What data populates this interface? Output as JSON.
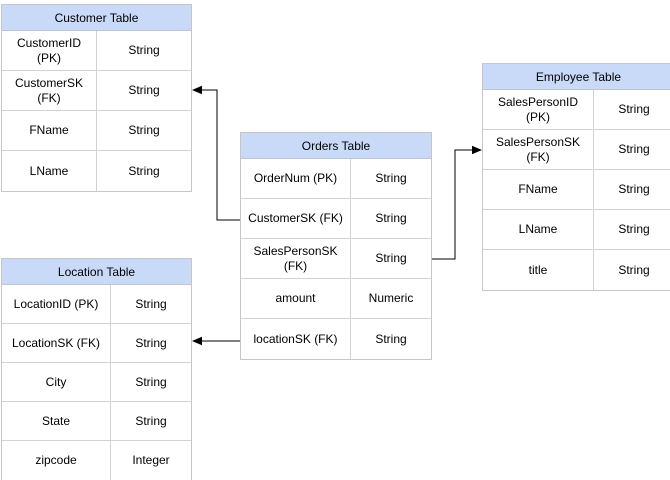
{
  "diagram": {
    "kind": "entity-relationship-diagram",
    "colors": {
      "table_header_fill": "#c9daf8",
      "grid_border": "#c6c6c6",
      "connector": "#000000",
      "text": "#000000",
      "canvas_background": "#ffffff"
    },
    "tables": {
      "customer": {
        "title": "Customer Table",
        "rows": [
          {
            "name": "CustomerID (PK)",
            "type": "String"
          },
          {
            "name": "CustomerSK\n(FK)",
            "type": "String"
          },
          {
            "name": "FName",
            "type": "String"
          },
          {
            "name": "LName",
            "type": "String"
          }
        ]
      },
      "orders": {
        "title": "Orders Table",
        "rows": [
          {
            "name": "OrderNum (PK)",
            "type": "String"
          },
          {
            "name": "CustomerSK (FK)",
            "type": "String"
          },
          {
            "name": "SalesPersonSK\n(FK)",
            "type": "String"
          },
          {
            "name": "amount",
            "type": "Numeric"
          },
          {
            "name": "locationSK (FK)",
            "type": "String"
          }
        ]
      },
      "employee": {
        "title": "Employee Table",
        "rows": [
          {
            "name": "SalesPersonID (PK)",
            "type": "String"
          },
          {
            "name": "SalesPersonSK\n(FK)",
            "type": "String"
          },
          {
            "name": "FName",
            "type": "String"
          },
          {
            "name": "LName",
            "type": "String"
          },
          {
            "name": "title",
            "type": "String"
          }
        ]
      },
      "location": {
        "title": "Location Table",
        "rows": [
          {
            "name": "LocationID (PK)",
            "type": "String"
          },
          {
            "name": "LocationSK (FK)",
            "type": "String"
          },
          {
            "name": "City",
            "type": "String"
          },
          {
            "name": "State",
            "type": "String"
          },
          {
            "name": "zipcode",
            "type": "Integer"
          }
        ]
      }
    },
    "relations": [
      {
        "from": "Orders Table.CustomerSK (FK)",
        "to": "Customer Table.CustomerSK (FK)",
        "arrow": "into Customer"
      },
      {
        "from": "Orders Table.SalesPersonSK (FK)",
        "to": "Employee Table.SalesPersonSK (FK)",
        "arrow": "into Employee"
      },
      {
        "from": "Orders Table.locationSK (FK)",
        "to": "Location Table.LocationSK (FK)",
        "arrow": "into Location"
      }
    ]
  }
}
